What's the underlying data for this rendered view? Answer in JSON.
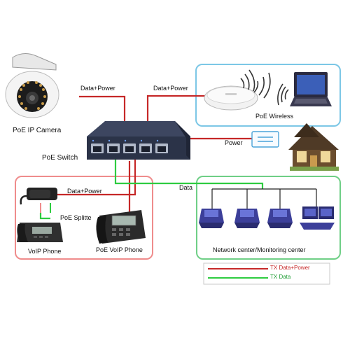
{
  "colors": {
    "power_line": "#c62828",
    "data_line": "#2ecc40",
    "blue_box": "#7cc7e6",
    "red_box": "#ef8c8c",
    "green_box": "#6fcf86",
    "switch_body": "#2b3348"
  },
  "labels": {
    "camera_link": "Data+Power",
    "wireless_link": "Data+Power",
    "camera": "PoE IP Camera",
    "wireless": "PoE Wireless",
    "switch": "PoE Switch",
    "power": "Power",
    "data": "Data",
    "splitter_link": "Data+Power",
    "splitter": "PoE  Splitte",
    "voip_phone": "VoIP Phone",
    "poe_voip_phone": "PoE VoIP Phone",
    "network_center": "Network center/Monitoring center"
  },
  "legend": {
    "power": "TX Data+Power",
    "data": "TX Data"
  },
  "icons": {
    "camera": "dome-camera-icon",
    "access_point": "wireless-access-point-icon",
    "laptop": "laptop-icon",
    "wifi": "wifi-signal-icon",
    "switch": "poe-switch-icon",
    "power_adapter": "power-adapter-icon",
    "house": "house-icon",
    "splitter": "poe-splitter-icon",
    "phone": "desk-phone-icon",
    "computer": "desktop-computer-icon"
  }
}
